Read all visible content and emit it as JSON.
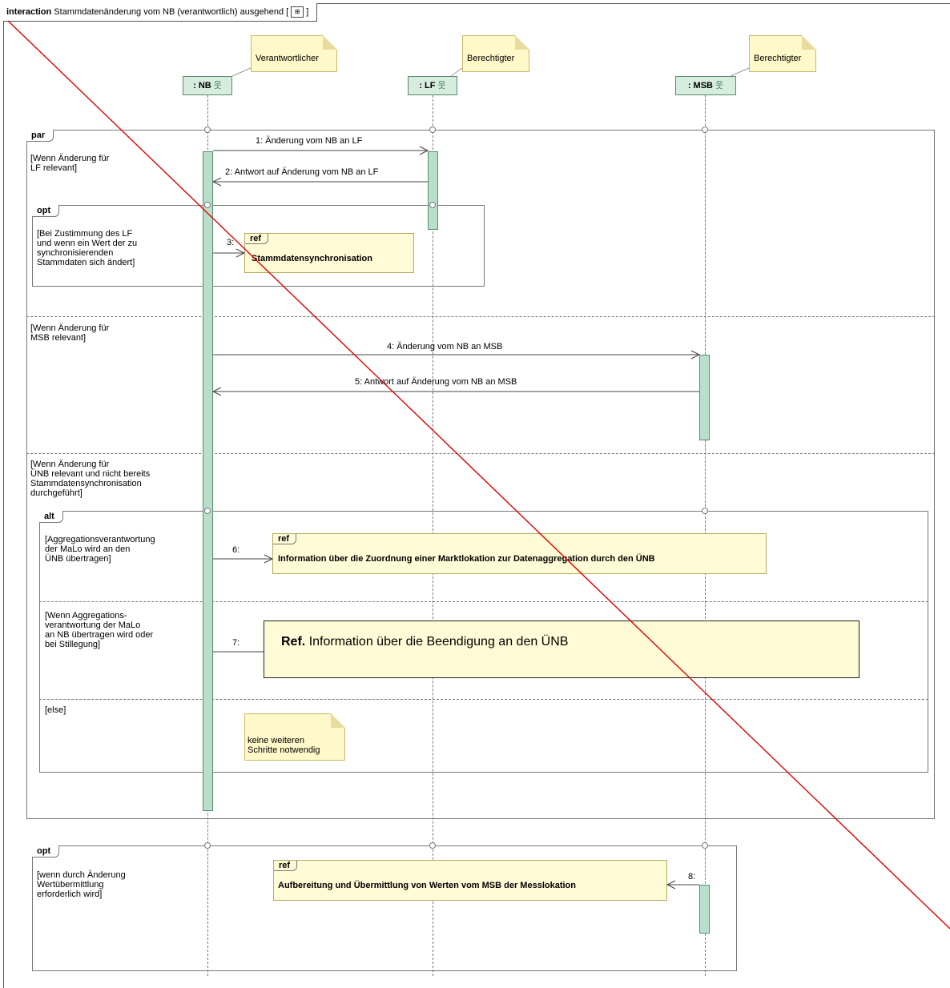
{
  "frame": {
    "keyword": "interaction",
    "title": "Stammdatenänderung vom NB (verantwortlich) ausgehend [",
    "title_end": "]"
  },
  "notes": {
    "nb": "Verantwortlicher",
    "lf": "Berechtigter",
    "msb": "Berechtigter",
    "none": "keine weiteren\nSchritte notwendig"
  },
  "lifelines": {
    "nb": ": NB",
    "lf": ": LF",
    "msb": ": MSB"
  },
  "par": {
    "label": "par",
    "guard1": "[Wenn Änderung für\nLF relevant]",
    "guard2": "[Wenn Änderung für\nMSB relevant]",
    "guard3": "[Wenn Änderung für\nÜNB relevant und nicht bereits\nStammdatensynchronisation\ndurchgeführt]"
  },
  "opt1": {
    "label": "opt",
    "guard": "[Bei Zustimmung des LF\nund wenn ein Wert der zu\nsynchronisierenden\nStammdaten sich ändert]"
  },
  "alt": {
    "label": "alt",
    "guard1": "[Aggregationsverantwortung\nder MaLo wird an den\nÜNB übertragen]",
    "guard2": "[Wenn Aggregations-\nverantwortung der MaLo\nan NB übertragen wird oder\nbei Stillegung]",
    "guard3": "[else]"
  },
  "opt2": {
    "label": "opt",
    "guard": "[wenn durch Änderung\nWertübermittlung\nerforderlich wird]"
  },
  "messages": {
    "m1": "1: Änderung vom NB an LF",
    "m2": "2: Antwort auf Änderung vom NB an LF",
    "m3": "3:",
    "m4": "4: Änderung vom NB an MSB",
    "m5": "5: Antwort auf Änderung vom NB an MSB",
    "m6": "6:",
    "m7": "7:",
    "m8": "8:"
  },
  "refs": {
    "tag": "ref",
    "r3": "Stammdatensynchronisation",
    "r6": "Information über die Zuordnung einer Marktlokation zur Datenaggregation durch den ÜNB",
    "r7_prefix": "Ref.",
    "r7": "Information über die Beendigung an den ÜNB",
    "r8": "Aufbereitung und Übermittlung von Werten vom MSB der Messlokation"
  }
}
